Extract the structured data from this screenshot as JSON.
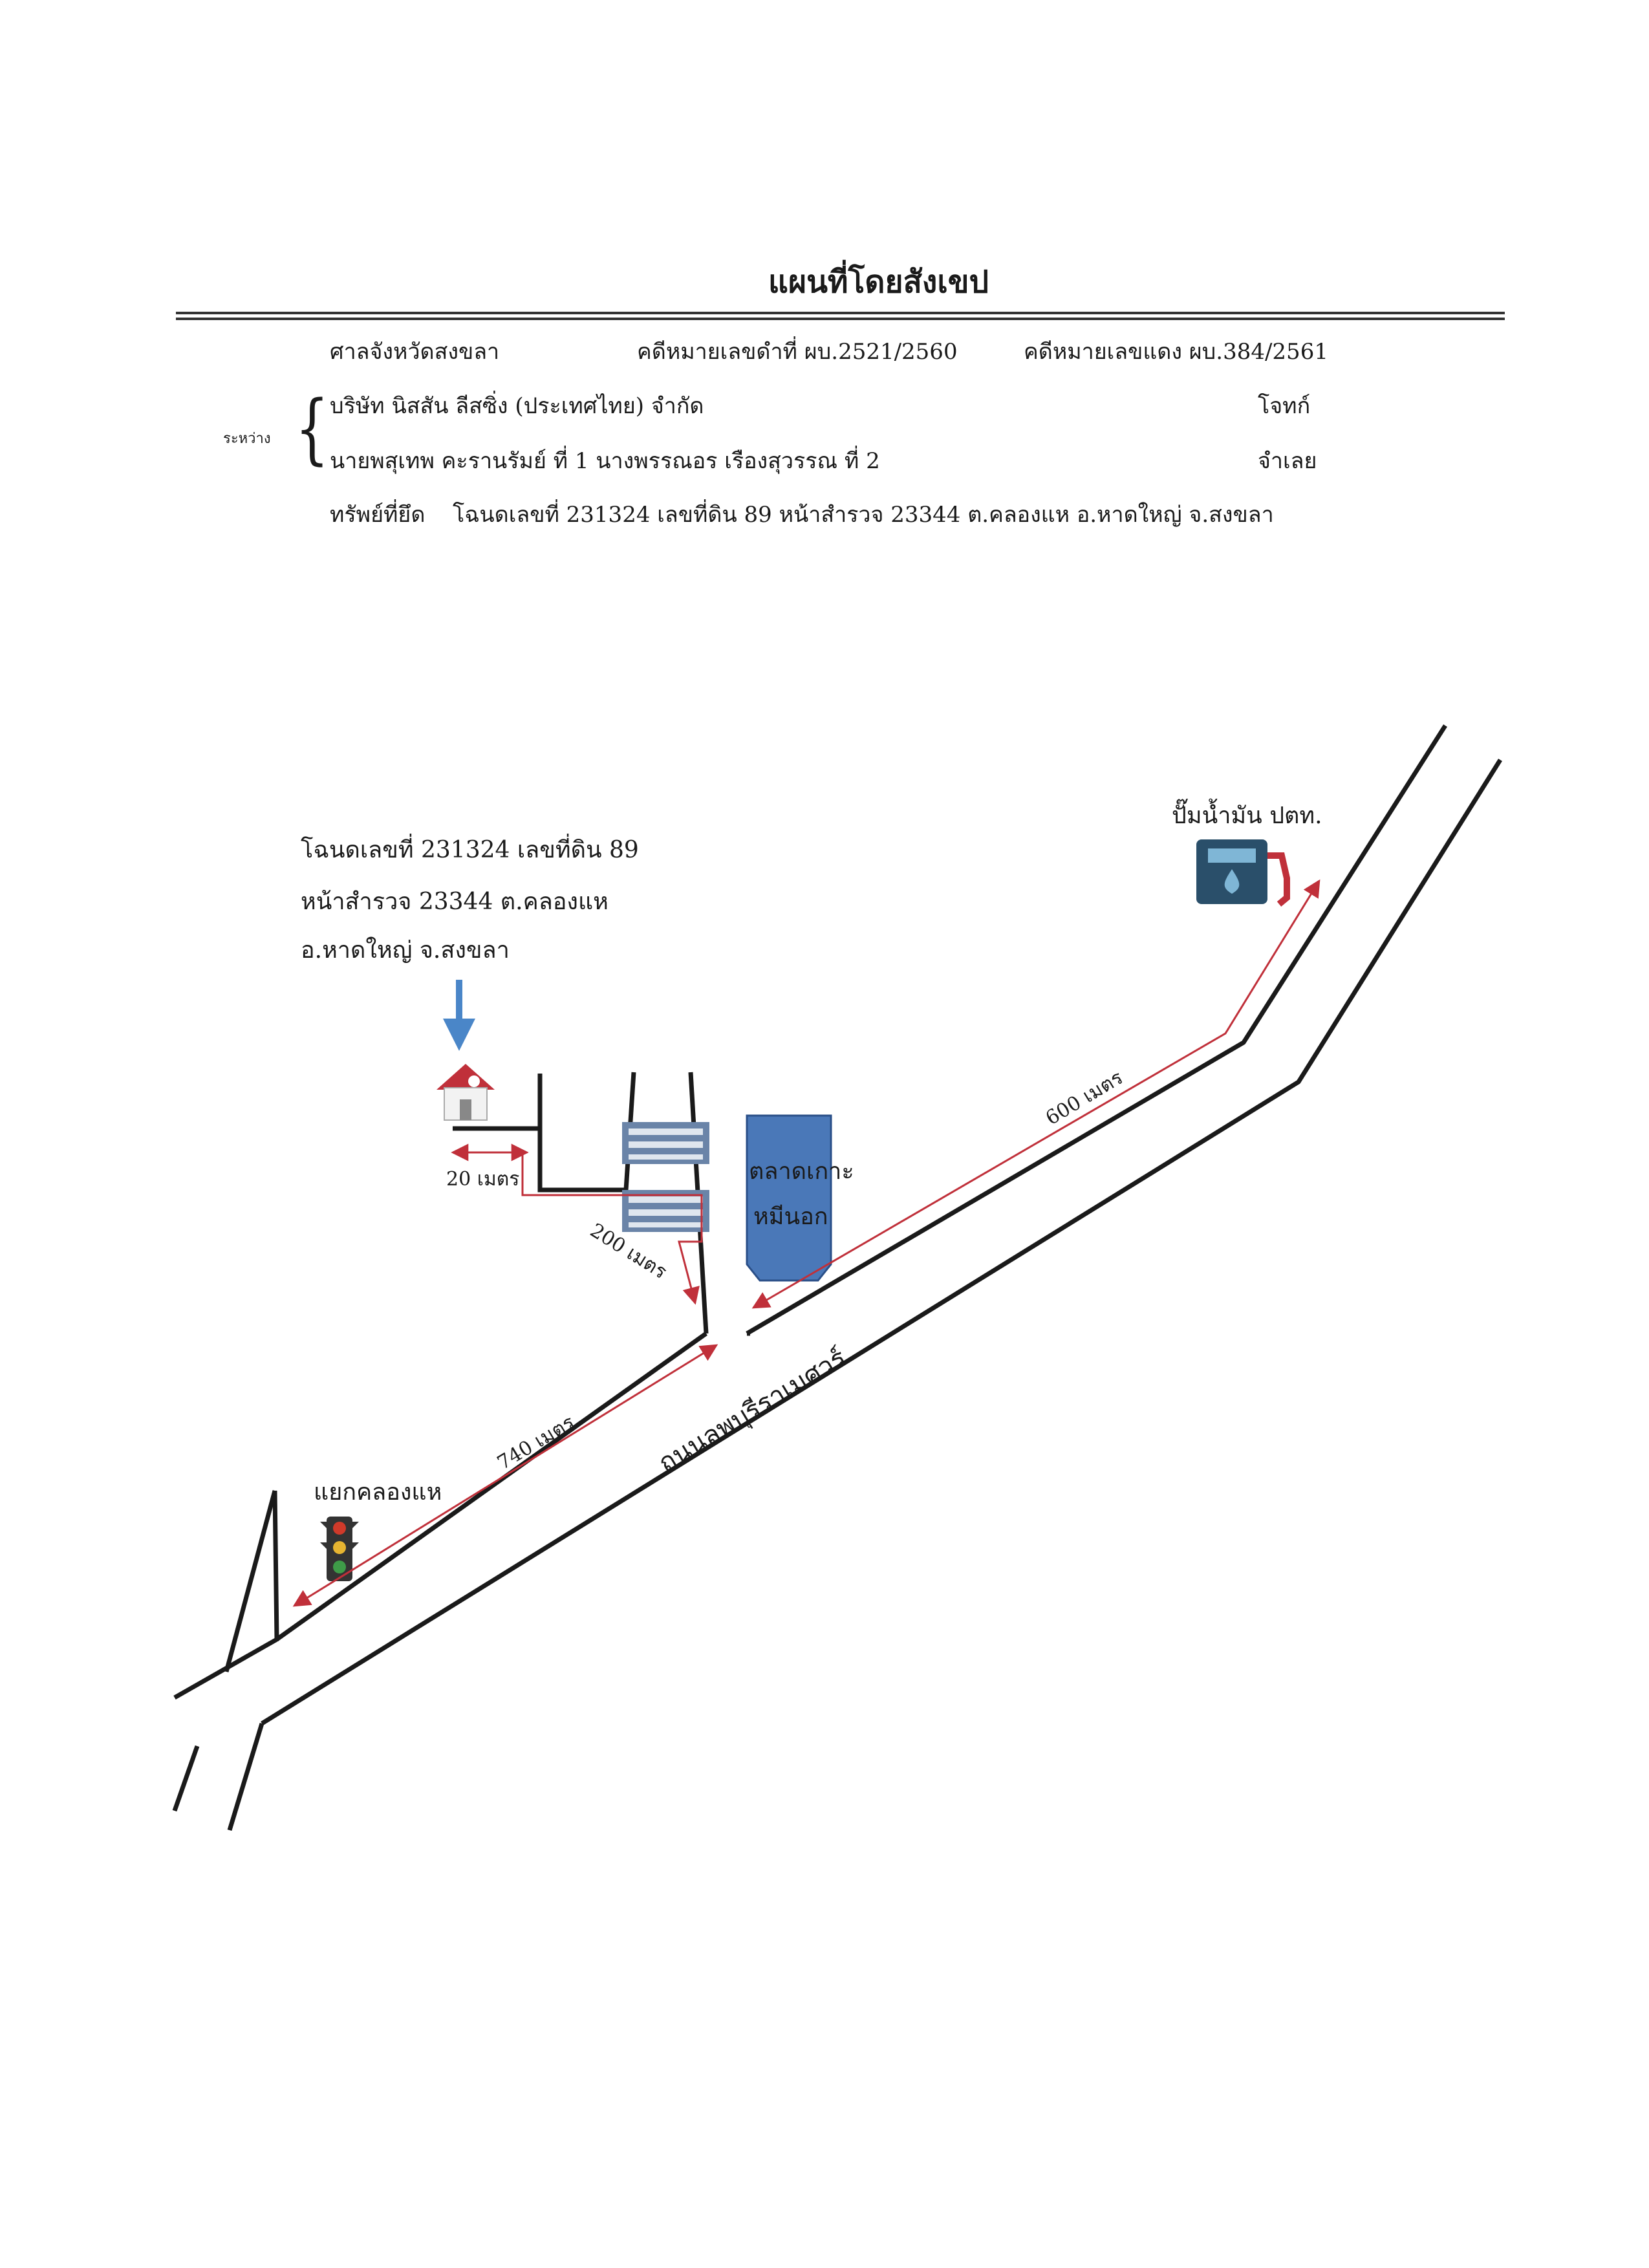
{
  "header": {
    "title": "แผนที่โดยสังเขป",
    "court": "ศาลจังหวัดสงขลา",
    "black_case": "คดีหมายเลขดำที่ ผบ.2521/2560",
    "red_case": "คดีหมายเลขแดง ผบ.384/2561",
    "between_label": "ระหว่าง",
    "plaintiff_name": "บริษัท นิสสัน ลีสซิ่ง (ประเทศไทย) จำกัด",
    "plaintiff_role": "โจทก์",
    "defendant_name": "นายพสุเทพ คะรานรัมย์ ที่ 1 นางพรรณอร เรืองสุวรรณ ที่ 2",
    "defendant_role": "จำเลย",
    "asset_label": "ทรัพย์ที่ยึด",
    "asset_value": "โฉนดเลขที่ 231324 เลขที่ดิน 89 หน้าสำรวจ 23344 ต.คลองแห อ.หาดใหญ่ จ.สงขลา"
  },
  "map": {
    "property_line1": "โฉนดเลขที่ 231324 เลขที่ดิน 89",
    "property_line2": "หน้าสำรวจ 23344 ต.คลองแห",
    "property_line3": "อ.หาดใหญ่ จ.สงขลา",
    "gas_station": "ปั๊มน้ำมัน ปตท.",
    "market_line1": "ตลาดเกาะ",
    "market_line2": "หมีนอก",
    "junction": "แยกคลองแห",
    "road": "ถนนลพบุรีราเมศวร์",
    "dist_20": "20 เมตร",
    "dist_200": "200 เมตร",
    "dist_600": "600 เมตร",
    "dist_740": "740 เมตร",
    "icons": [
      "house-icon",
      "building-icon",
      "gas-pump-icon",
      "traffic-light-icon",
      "down-arrow-icon"
    ],
    "colors": {
      "route": "#c0303a",
      "market": "#4a78b8",
      "arrow": "#4a86c8",
      "road": "#1a1a1a"
    }
  }
}
